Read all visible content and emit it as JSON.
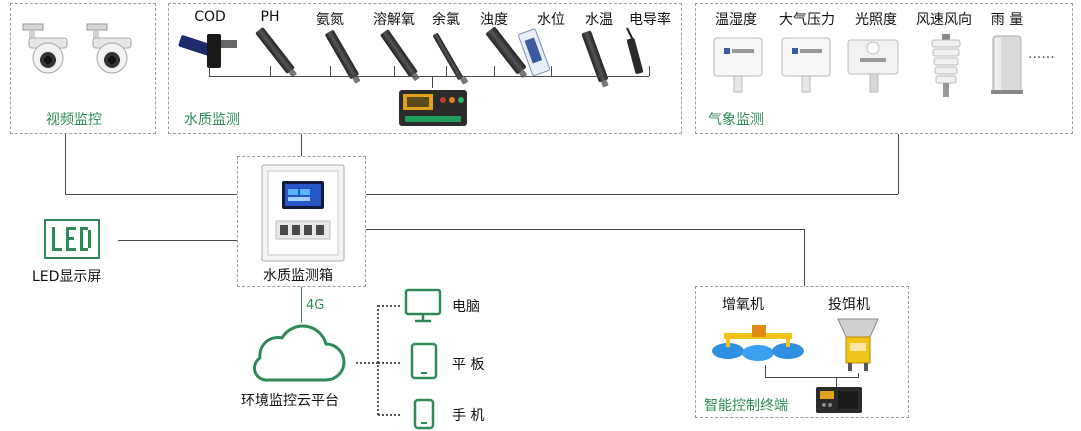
{
  "video": {
    "label": "视频监控"
  },
  "water": {
    "label": "水质监测",
    "sensors": [
      "COD",
      "PH",
      "氨氮",
      "溶解氧",
      "余氯",
      "浊度",
      "水位",
      "水温",
      "电导率"
    ]
  },
  "weather": {
    "label": "气象监测",
    "sensors": [
      "温湿度",
      "大气压力",
      "光照度",
      "风速风向",
      "雨 量"
    ],
    "more": "······"
  },
  "center": {
    "label": "水质监测箱"
  },
  "led": {
    "label": "LED显示屏"
  },
  "network": {
    "label": "4G"
  },
  "cloud": {
    "label": "环境监控云平台"
  },
  "devices": [
    "电脑",
    "平 板",
    "手 机"
  ],
  "control": {
    "label": "智能控制终端",
    "items": [
      "增氧机",
      "投饵机"
    ]
  },
  "colors": {
    "accent_green": "#2e8b57",
    "line": "#4a4a4a",
    "dash_border": "#9aa0a6"
  }
}
